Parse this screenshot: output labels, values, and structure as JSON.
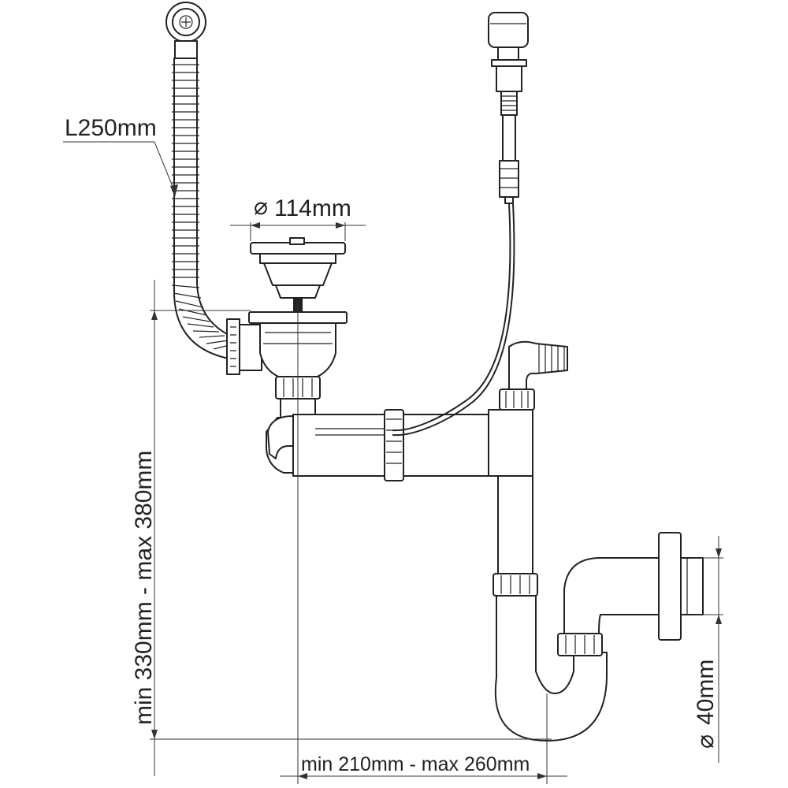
{
  "labels": {
    "hose_length": "L250mm",
    "strainer_diameter_symbol": "⌀",
    "strainer_diameter_value": "114mm",
    "height_range": "min 330mm - max 380mm",
    "width_range": "min 210mm - max 260mm",
    "outlet_diameter_symbol": "⌀",
    "outlet_diameter_value": "40mm"
  },
  "colors": {
    "stroke": "#222222",
    "fill": "#ffffff"
  }
}
